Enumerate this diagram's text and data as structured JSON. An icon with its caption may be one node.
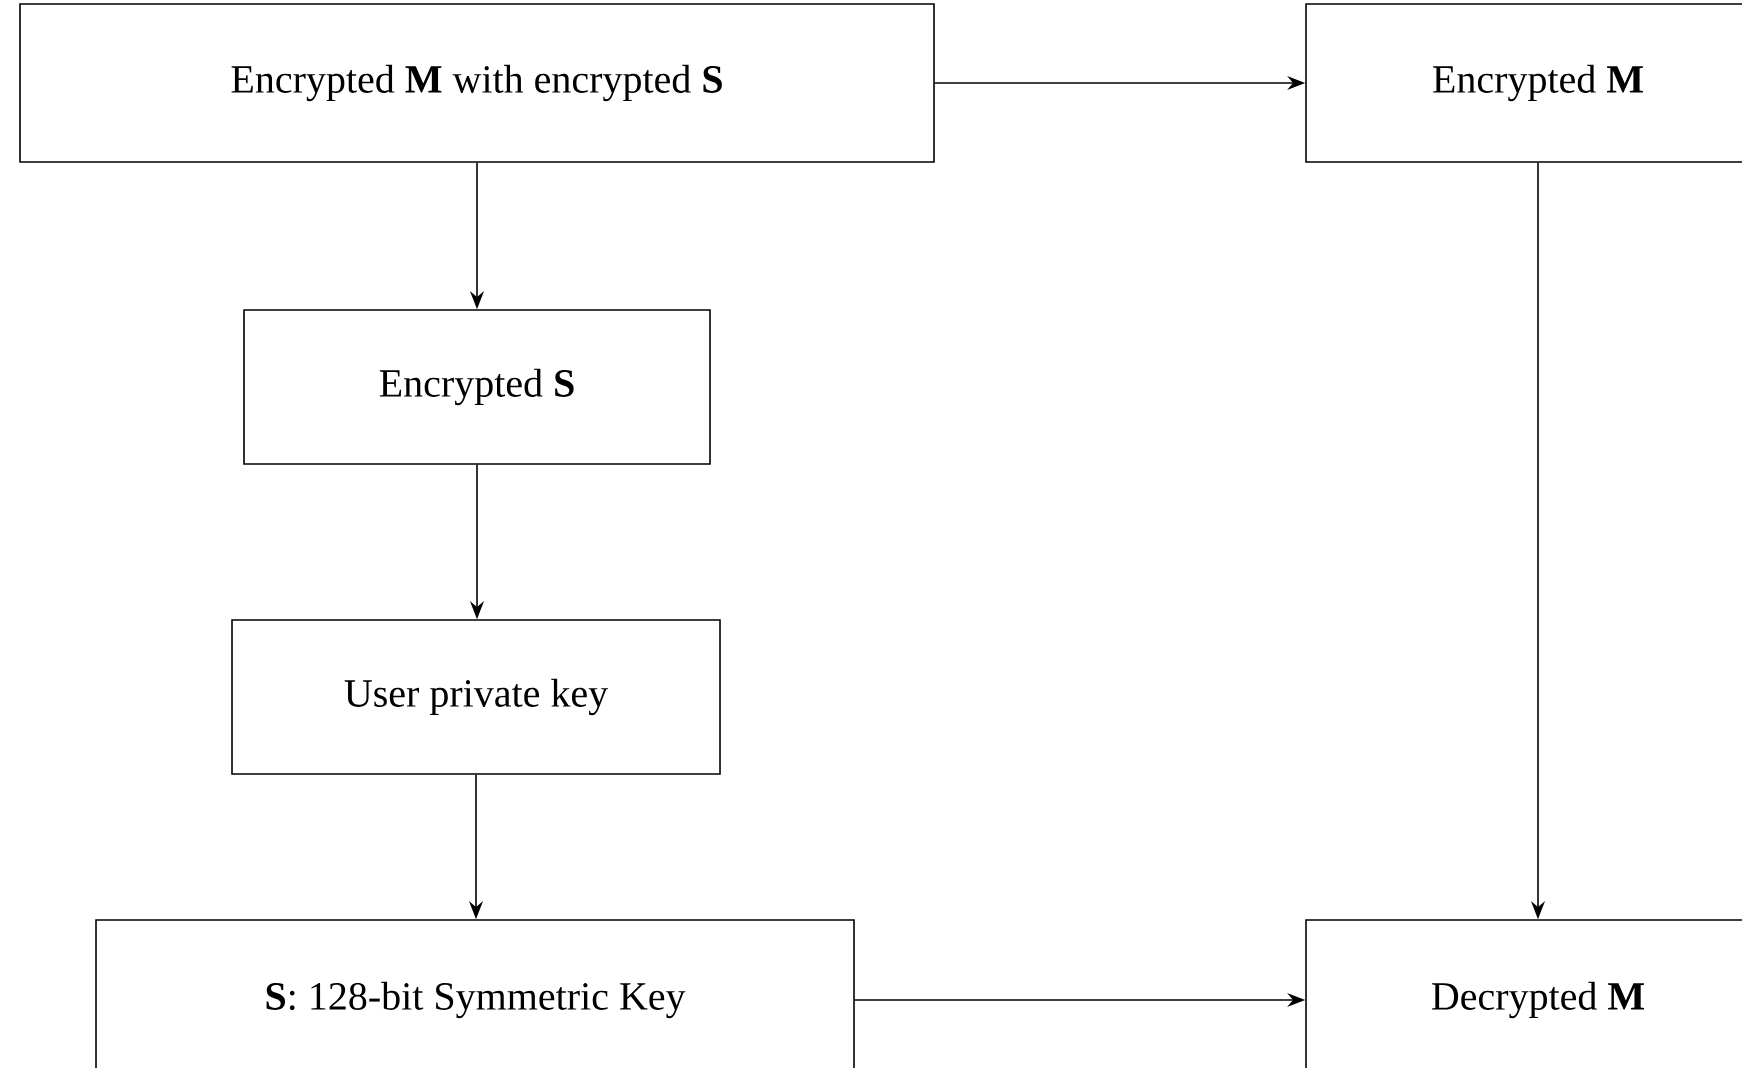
{
  "diagram": {
    "nodes": [
      {
        "text": [
          "Encrypted **M** with encrypted **S**"
        ]
      },
      {
        "text": [
          "Encrypted **M**"
        ]
      },
      {
        "text": [
          "Encrypted **S**"
        ]
      },
      {
        "text": [
          "User private key"
        ]
      },
      {
        "text": [
          "**S**: 128-bit Symmetric Key"
        ]
      },
      {
        "text": [
          "Decrypted **M**"
        ]
      }
    ],
    "edges": [
      {
        "from": 0,
        "to": 1,
        "arrow": "to"
      },
      {
        "from": 0,
        "to": 2,
        "arrow": "to"
      },
      {
        "from": 2,
        "to": 3,
        "arrow": "to"
      },
      {
        "from": 3,
        "to": 4,
        "arrow": "to"
      },
      {
        "from": 1,
        "to": 5,
        "arrow": "to"
      },
      {
        "from": 4,
        "to": 5,
        "arrow": "to"
      }
    ]
  }
}
